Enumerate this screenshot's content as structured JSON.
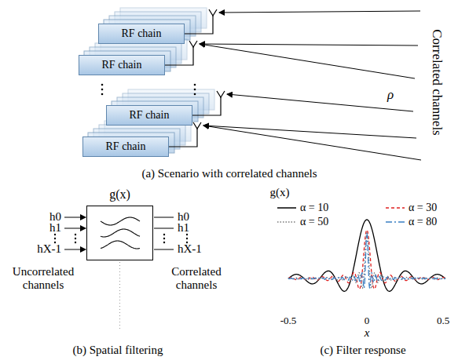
{
  "diagram": {
    "nodes": [
      {
        "text": [
          "RF chain"
        ]
      },
      {
        "text": [
          "RF chain"
        ]
      },
      {
        "text": [
          "RF chain"
        ]
      },
      {
        "text": [
          "RF chain"
        ]
      },
      {
        "text": [
          "g(x)"
        ]
      }
    ],
    "labels": [
      "Correlated channels",
      "ρ",
      "(a) Scenario with correlated channels",
      "h0",
      "h1",
      "hX-1",
      "h0",
      "h1",
      "hX-1",
      "Uncorrelated channels",
      "Correlated channels",
      "(b) Spatial filtering",
      "g(x)",
      "-0.5",
      "0",
      "0.5",
      "x",
      "(c) Filter response"
    ],
    "legend": [
      {
        "text": "α = 10"
      },
      {
        "text": "α = 30"
      },
      {
        "text": "α = 50"
      },
      {
        "text": "α = 80"
      }
    ]
  }
}
